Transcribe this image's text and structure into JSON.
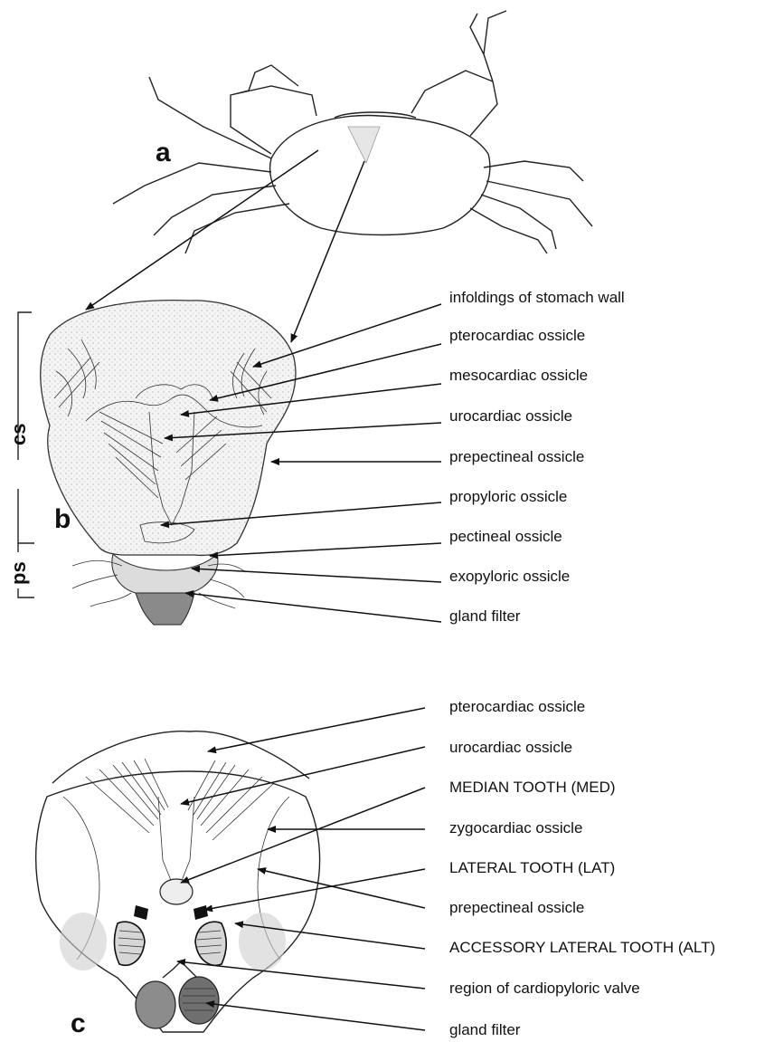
{
  "panels": {
    "a": "a",
    "b": "b",
    "c": "c"
  },
  "scale": {
    "cs": "cs",
    "ps": "ps"
  },
  "labels_b": [
    "infoldings of stomach wall",
    "pterocardiac ossicle",
    "mesocardiac ossicle",
    "urocardiac ossicle",
    "prepectineal ossicle",
    "propyloric ossicle",
    "pectineal ossicle",
    "exopyloric ossicle",
    "gland filter"
  ],
  "labels_c": [
    "pterocardiac ossicle",
    "urocardiac ossicle",
    "MEDIAN TOOTH (MED)",
    "zygocardiac ossicle",
    "LATERAL TOOTH (LAT)",
    "prepectineal ossicle",
    "ACCESSORY LATERAL TOOTH (ALT)",
    "region of cardiopyloric valve",
    "gland filter"
  ]
}
